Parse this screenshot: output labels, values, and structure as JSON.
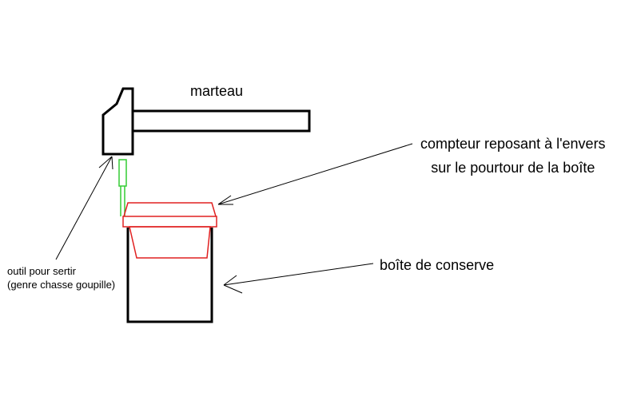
{
  "labels": {
    "hammer": "marteau",
    "counter_line1": "compteur reposant à l'envers",
    "counter_line2": "sur le pourtour de la boîte",
    "can": "boîte de conserve",
    "tool_line1": "outil pour sertir",
    "tool_line2": "(genre chasse goupille)"
  },
  "colors": {
    "hammer": "#000000",
    "can": "#000000",
    "counter": "#e02020",
    "tool": "#33cc33",
    "arrows": "#000000"
  }
}
